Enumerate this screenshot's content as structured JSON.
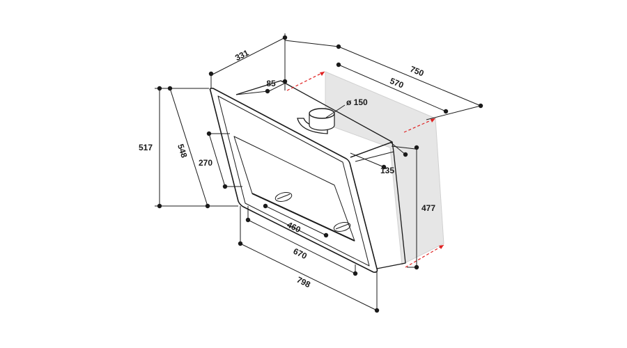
{
  "diagram": {
    "dimensions": {
      "d331": "331",
      "d85": "85",
      "d750": "750",
      "d570": "570",
      "d150": "ø 150",
      "d517": "517",
      "d548": "548",
      "d270": "270",
      "d135": "135",
      "d477": "477",
      "d460": "460",
      "d670": "670",
      "d798": "798"
    },
    "colors": {
      "line": "#1a1a1a",
      "wall": "#e6e6e6",
      "wall_edge": "#d0d0d0",
      "guide": "#e02020"
    }
  }
}
